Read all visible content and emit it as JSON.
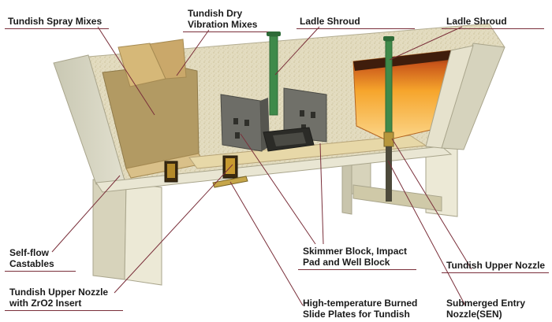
{
  "labels": {
    "tundish_spray_mixes": "Tundish Spray Mixes",
    "tundish_dry_vibration_1": "Tundish Dry",
    "tundish_dry_vibration_2": "Vibration Mixes",
    "ladle_shroud_center": "Ladle Shroud",
    "ladle_shroud_right": "Ladle Shroud",
    "self_flow_1": "Self-flow",
    "self_flow_2": "Castables",
    "skimmer_1": "Skimmer Block, Impact",
    "skimmer_2": "Pad and Well Block",
    "upper_nozzle_right": "Tundish Upper Nozzle",
    "upper_nozzle_zro2_1": "Tundish Upper  Nozzle",
    "upper_nozzle_zro2_2": "with ZrO2 Insert",
    "slide_plates_1": "High-temperature Burned",
    "slide_plates_2": "Slide Plates for Tundish",
    "sen_1": "Submerged Entry",
    "sen_2": "Nozzle(SEN)"
  },
  "colors": {
    "leader_line": "#7a2f3a",
    "shell": "#d9d7c4",
    "lining": "#c9a86a",
    "molten_steel": "#f3a12a",
    "shroud": "#3f8a4a"
  }
}
